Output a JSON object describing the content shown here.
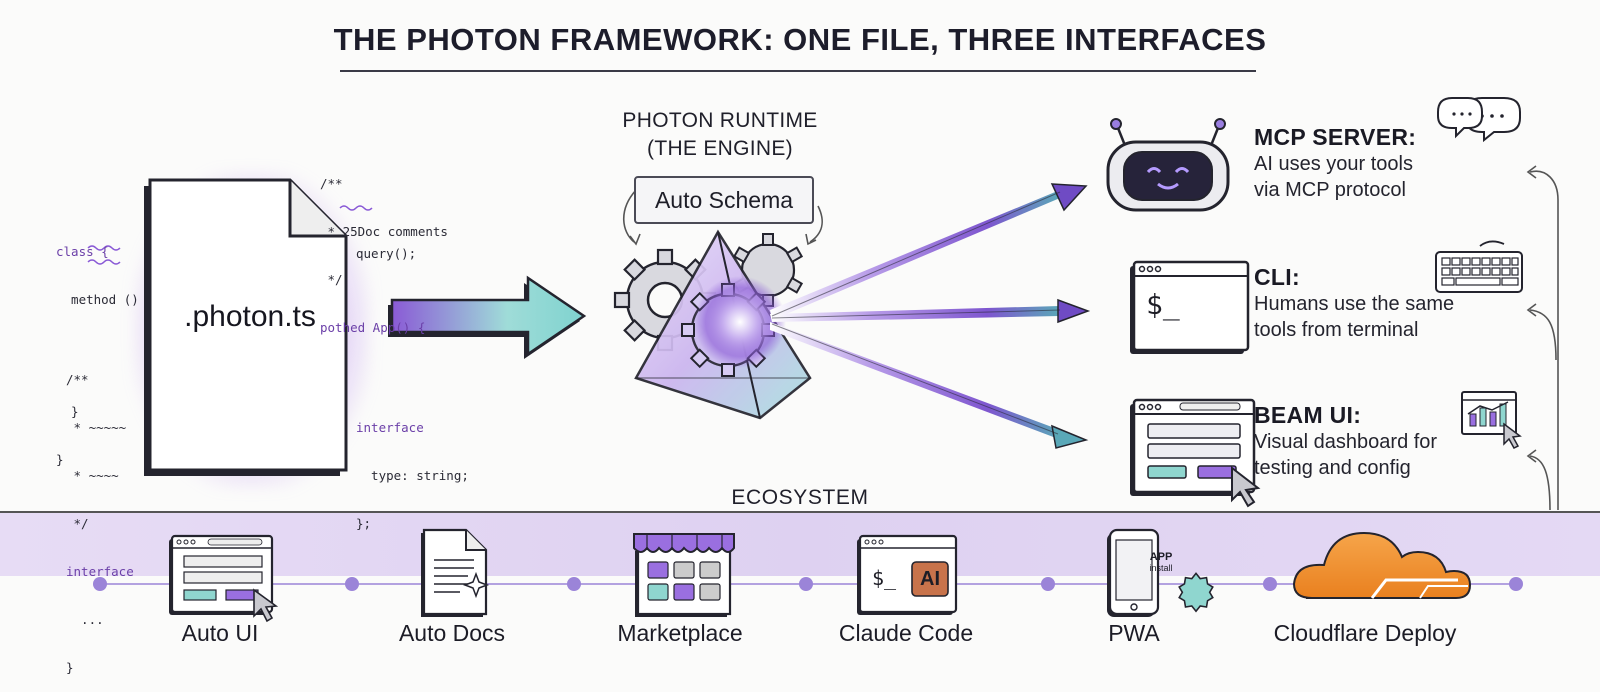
{
  "title": "THE PHOTON FRAMEWORK: ONE FILE, THREE INTERFACES",
  "file": {
    "name": ".photon.ts",
    "code_top": [
      "/**",
      " * 25Doc comments",
      " */",
      "pothed App() {"
    ],
    "code_left_a": [
      "class {",
      "  method ()",
      "",
      "",
      "  }",
      "}"
    ],
    "code_left_b": [
      "/**",
      " * ~~~~~",
      " * ~~~~",
      " */",
      "interface",
      "  ...",
      "}"
    ],
    "code_right_a": "query();",
    "code_right_b": [
      "interface",
      "  type: string;",
      "};"
    ]
  },
  "runtime": {
    "title_line1": "PHOTON RUNTIME",
    "title_line2": "(THE ENGINE)",
    "schema_label": "Auto Schema"
  },
  "interfaces": [
    {
      "title": "MCP SERVER:",
      "desc_line1": "AI uses your tools",
      "desc_line2": "via MCP protocol",
      "icon": "robot-icon"
    },
    {
      "title": "CLI:",
      "desc_line1": "Humans use the same",
      "desc_line2": "tools from terminal",
      "icon": "terminal-icon",
      "prompt": "$_"
    },
    {
      "title": "BEAM UI:",
      "desc_line1": "Visual dashboard for",
      "desc_line2": "testing and config",
      "icon": "dashboard-icon"
    }
  ],
  "ecosystem": {
    "label": "ECOSYSTEM",
    "items": [
      {
        "label": "Auto UI",
        "icon": "auto-ui-icon"
      },
      {
        "label": "Auto Docs",
        "icon": "auto-docs-icon"
      },
      {
        "label": "Marketplace",
        "icon": "marketplace-icon"
      },
      {
        "label": "Claude Code",
        "icon": "claude-code-icon",
        "prompt": "$_",
        "badge": "AI"
      },
      {
        "label": "PWA",
        "icon": "pwa-icon",
        "badge_line1": "APP",
        "badge_line2": "install"
      },
      {
        "label": "Cloudflare Deploy",
        "icon": "cloudflare-icon"
      }
    ]
  },
  "colors": {
    "purple": "#8a5ad6",
    "teal": "#7fd3cf",
    "lavender": "#e3d7f4",
    "orange": "#f0912a",
    "dark": "#24242e"
  }
}
